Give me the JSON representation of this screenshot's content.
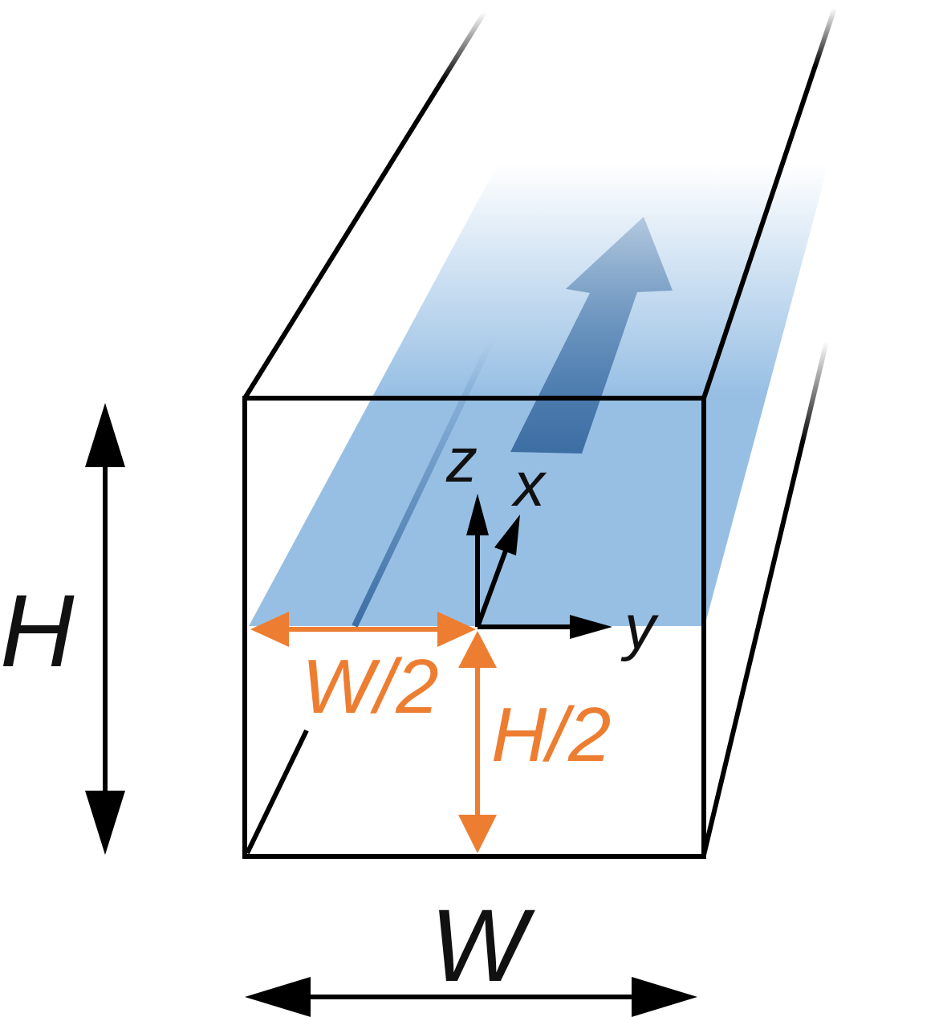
{
  "diagram": {
    "labels": {
      "height": "H",
      "width": "W",
      "half_width": "W/2",
      "half_height": "H/2",
      "axis_x": "x",
      "axis_y": "y",
      "axis_z": "z"
    },
    "colors": {
      "outline": "#000000",
      "fluid_plane": "#97BFE4",
      "flow_arrow": "#3D6EA3",
      "dimension_accent": "#ED7D31"
    },
    "icons": {
      "flow_direction": "flow-arrow-icon",
      "axis_arrows": "arrow-icon"
    }
  }
}
